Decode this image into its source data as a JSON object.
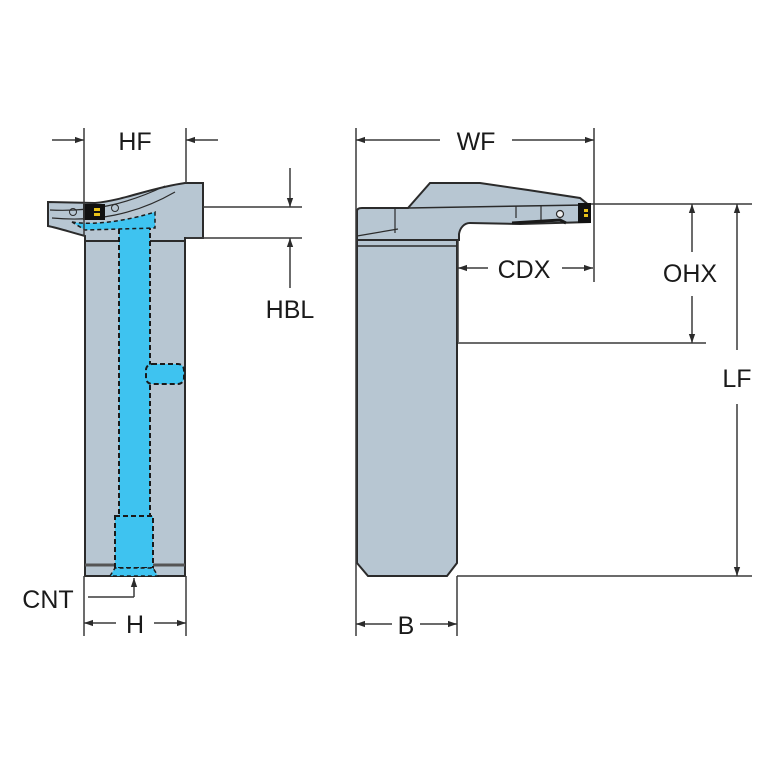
{
  "diagram": {
    "title": "Tool holder dimension drawing",
    "colors": {
      "body": "#b7c6d2",
      "body_stroke": "#2b2b2b",
      "coolant": "#3ec3f0",
      "dim_line": "#3a3a3a",
      "insert": "#111111",
      "insert_mark": "#e8c21a",
      "background": "#ffffff"
    },
    "views": [
      {
        "name": "front-view",
        "description": "End view showing coolant channel and insert"
      },
      {
        "name": "side-view",
        "description": "Side view of holder with blade"
      }
    ],
    "dimensions": {
      "HF": "HF",
      "HBL": "HBL",
      "CNT": "CNT",
      "H": "H",
      "WF": "WF",
      "CDX": "CDX",
      "OHX": "OHX",
      "LF": "LF",
      "B": "B"
    }
  }
}
